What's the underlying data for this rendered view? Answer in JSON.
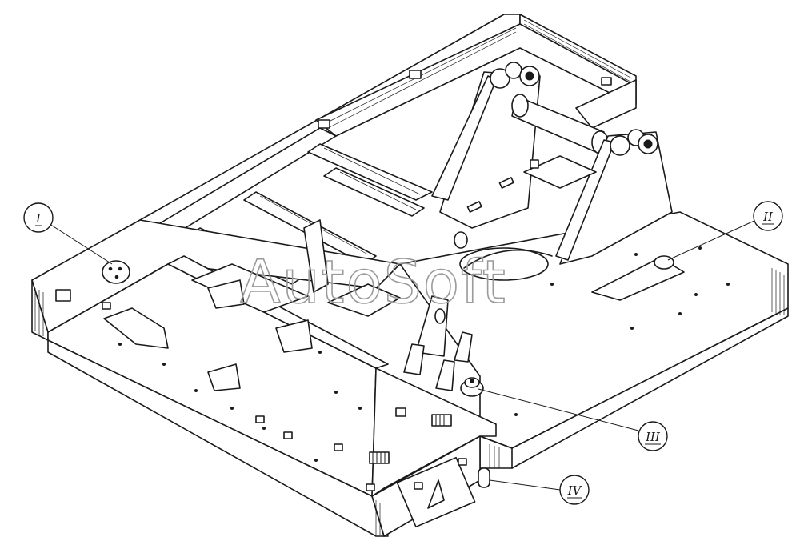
{
  "watermark": "AutoSoft",
  "callouts": [
    {
      "id": "I",
      "label": "I"
    },
    {
      "id": "II",
      "label": "II"
    },
    {
      "id": "III",
      "label": "III"
    },
    {
      "id": "IV",
      "label": "IV"
    }
  ],
  "colors": {
    "ink": "#1a1a1a",
    "paper": "#ffffff",
    "watermark": "#9a9a9a"
  }
}
